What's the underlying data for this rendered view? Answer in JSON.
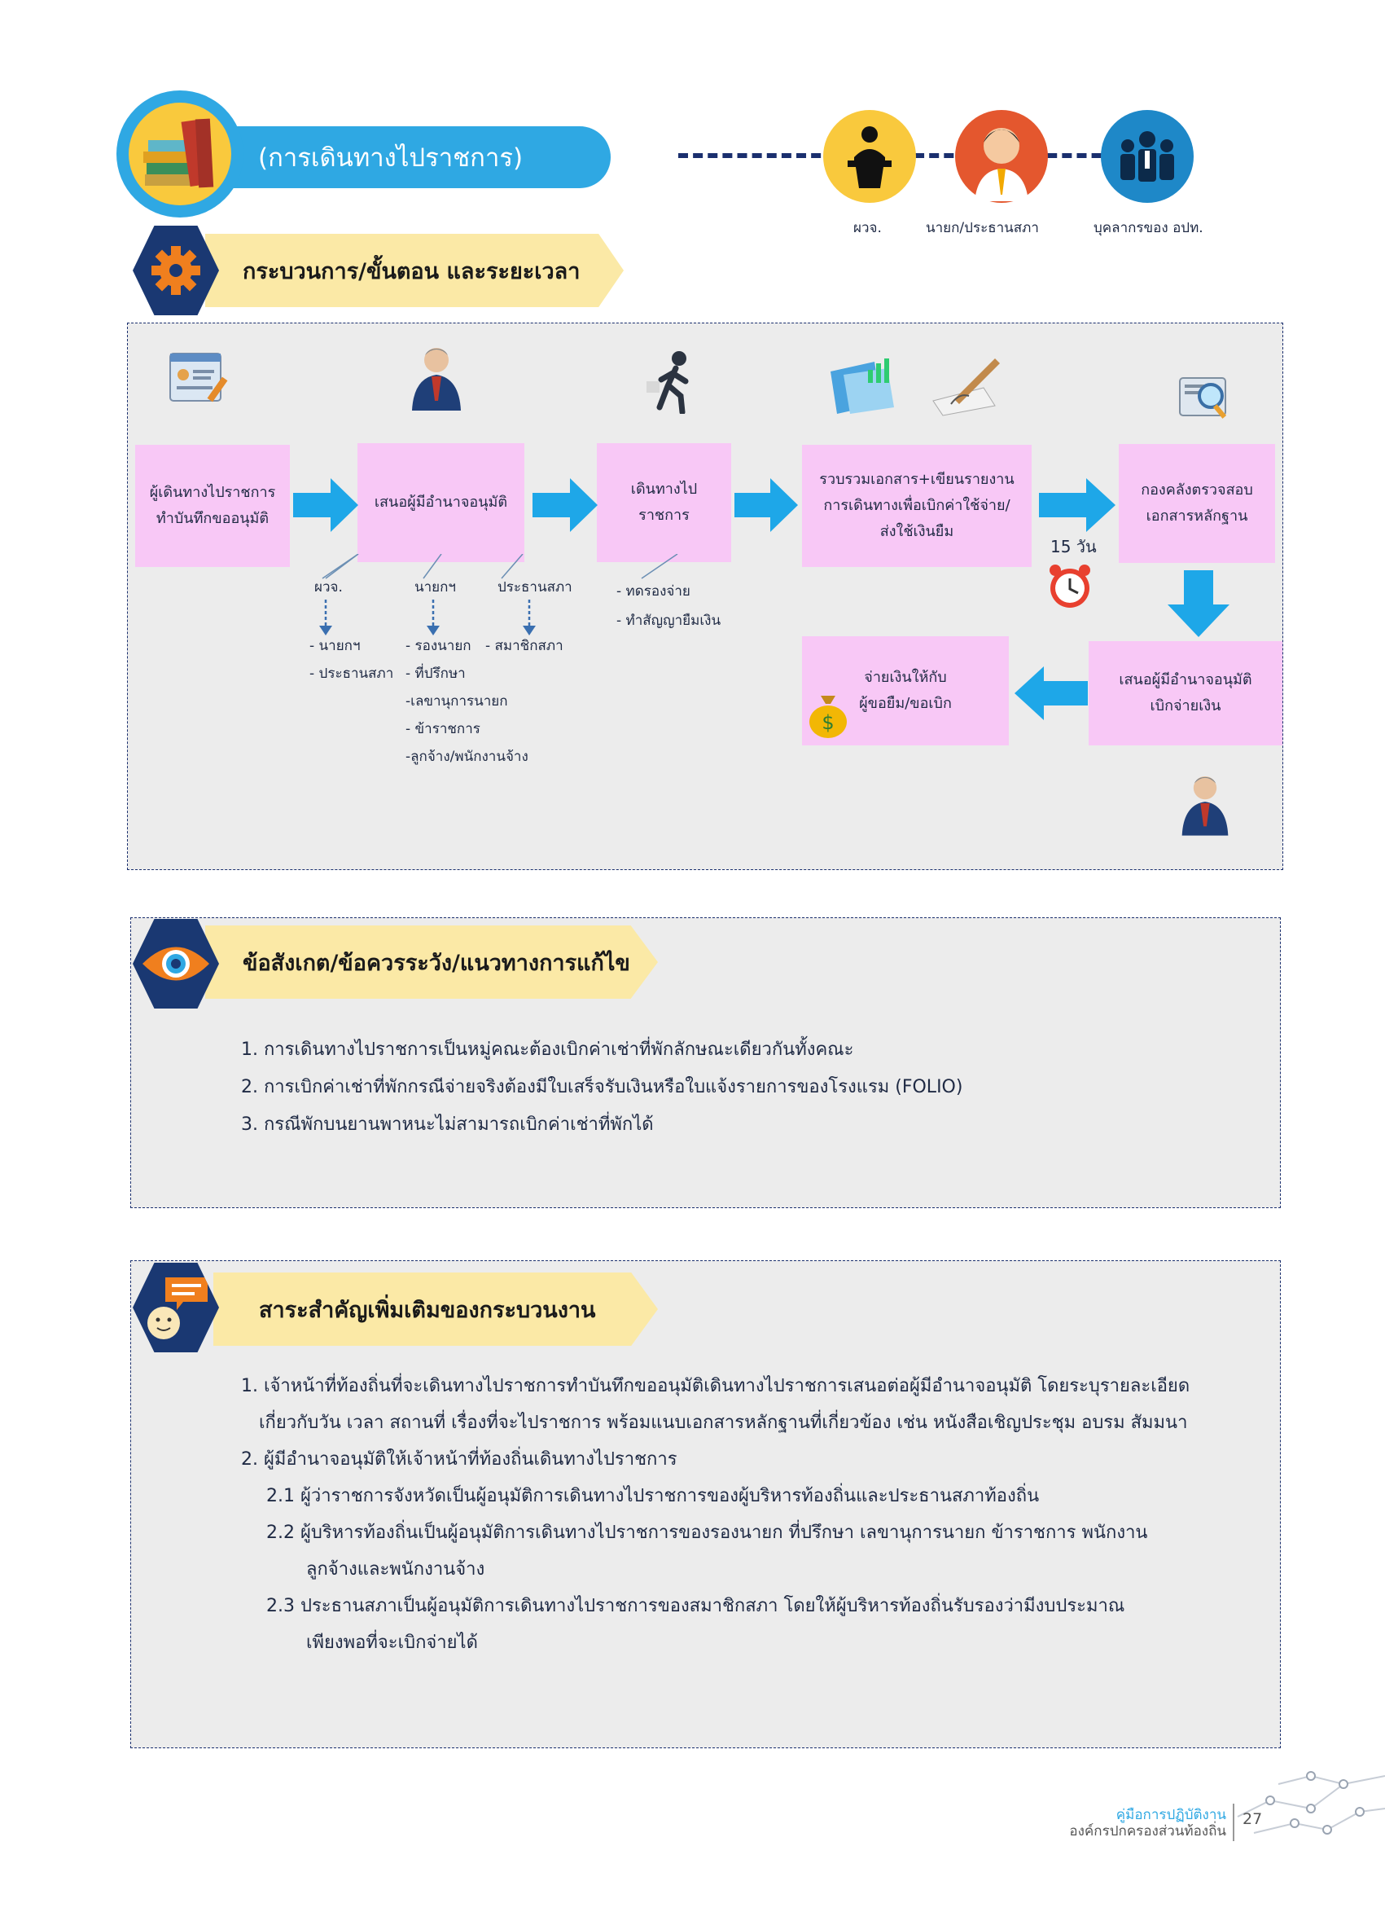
{
  "header": {
    "title": "(การเดินทางไปราชการ)",
    "roles": [
      "ผวจ.",
      "นายก/ประธานสภา",
      "บุคลากรของ อปท."
    ]
  },
  "process": {
    "heading": "กระบวนการ/ขั้นตอน และระยะเวลา",
    "steps": {
      "s1_line1": "ผู้เดินทางไปราชการ",
      "s1_line2": "ทำบันทึกขออนุมัติ",
      "s2": "เสนอผู้มีอำนาจอนุมัติ",
      "s3_line1": "เดินทางไป",
      "s3_line2": "ราชการ",
      "s4_line1": "รวบรวมเอกสาร+เขียนรายงาน",
      "s4_line2": "การเดินทางเพื่อเบิกค่าใช้จ่าย/",
      "s4_line3": "ส่งใช้เงินยืม",
      "s5_line1": "กองคลังตรวจสอบ",
      "s5_line2": "เอกสารหลักฐาน",
      "s6_line1": "เสนอผู้มีอำนาจอนุมัติ",
      "s6_line2": "เบิกจ่ายเงิน",
      "s7_line1": "จ่ายเงินให้กับ",
      "s7_line2": "ผู้ขอยืม/ขอเบิก"
    },
    "duration": "15 วัน",
    "approvers": {
      "a1": "ผวจ.",
      "a2": "นายกฯ",
      "a3": "ประธานสภา"
    },
    "approver_lists": {
      "a1": [
        "- นายกฯ",
        "- ประธานสภา"
      ],
      "a2": [
        "- รองนายก",
        "- ที่ปรึกษา",
        "-เลขานุการนายก",
        "- ข้าราชการ",
        "-ลูกจ้าง/พนักงานจ้าง"
      ],
      "a3": [
        "- สมาชิกสภา"
      ]
    },
    "travel_notes": [
      "- ทดรองจ่าย",
      "- ทำสัญญายืมเงิน"
    ]
  },
  "observations": {
    "heading": "ข้อสังเกต/ข้อควรระวัง/แนวทางการแก้ไข",
    "items": [
      "1. การเดินทางไปราชการเป็นหมู่คณะต้องเบิกค่าเช่าที่พักลักษณะเดียวกันทั้งคณะ",
      "2. การเบิกค่าเช่าที่พักกรณีจ่ายจริงต้องมีใบเสร็จรับเงินหรือใบแจ้งรายการของโรงแรม (FOLIO)",
      "3. กรณีพักบนยานพาหนะไม่สามารถเบิกค่าเช่าที่พักได้"
    ]
  },
  "essentials": {
    "heading": "สาระสำคัญเพิ่มเติมของกระบวนงาน",
    "lines": [
      "1. เจ้าหน้าที่ท้องถิ่นที่จะเดินทางไปราชการทำบันทึกขออนุมัติเดินทางไปราชการเสนอต่อผู้มีอำนาจอนุมัติ โดยระบุรายละเอียด",
      "เกี่ยวกับวัน เวลา สถานที่ เรื่องที่จะไปราชการ พร้อมแนบเอกสารหลักฐานที่เกี่ยวข้อง เช่น หนังสือเชิญประชุม อบรม สัมมนา",
      "2. ผู้มีอำนาจอนุมัติให้เจ้าหน้าที่ท้องถิ่นเดินทางไปราชการ",
      "2.1 ผู้ว่าราชการจังหวัดเป็นผู้อนุมัติการเดินทางไปราชการของผู้บริหารท้องถิ่นและประธานสภาท้องถิ่น",
      "2.2 ผู้บริหารท้องถิ่นเป็นผู้อนุมัติการเดินทางไปราชการของรองนายก ที่ปรึกษา เลขานุการนายก ข้าราชการ พนักงาน",
      "ลูกจ้างและพนักงานจ้าง",
      "2.3 ประธานสภาเป็นผู้อนุมัติการเดินทางไปราชการของสมาชิกสภา โดยให้ผู้บริหารท้องถิ่นรับรองว่ามีงบประมาณ",
      "เพียงพอที่จะเบิกจ่ายได้"
    ]
  },
  "footer": {
    "line1": "คู่มือการปฏิบัติงาน",
    "line2": "องค์กรปกครองส่วนท้องถิ่น",
    "page": "27"
  },
  "colors": {
    "accent_blue": "#2fa8e3",
    "process_box": "#f8c8f6",
    "banner": "#fbe9a6",
    "navy": "#1a3872"
  }
}
